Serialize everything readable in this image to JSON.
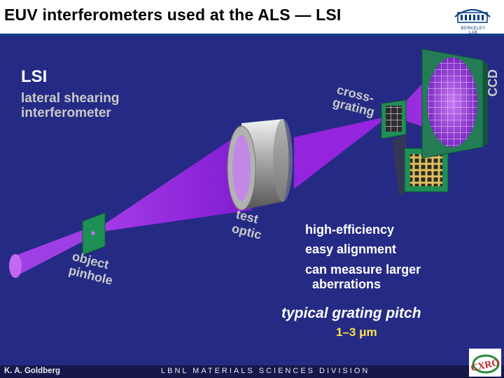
{
  "slide": {
    "title": "EUV interferometers used at the ALS — LSI",
    "logo_caption": "BERKELEY LAB",
    "footer": {
      "author": "K. A. Goldberg",
      "division": "LBNL MATERIALS SCIENCES DIVISION"
    },
    "cxro_logo_text": "CXRO"
  },
  "diagram": {
    "heading": "LSI",
    "subtitle_line1": "lateral shearing",
    "subtitle_line2": "interferometer",
    "labels": {
      "ccd": "CCD",
      "cross_grating_1": "cross-",
      "cross_grating_2": "grating",
      "test_optic_1": "test",
      "test_optic_2": "optic",
      "object_pinhole_1": "object",
      "object_pinhole_2": "pinhole"
    },
    "features": [
      "high-efficiency",
      "easy alignment",
      "can measure larger",
      "aberrations"
    ],
    "grating_pitch_title": "typical grating pitch",
    "grating_pitch_value": "1–3 μm"
  },
  "colors": {
    "background": "#252b84",
    "beam": "#a020e8",
    "grating_green": "#1f8f55",
    "pitch_value": "#ffe04d"
  }
}
